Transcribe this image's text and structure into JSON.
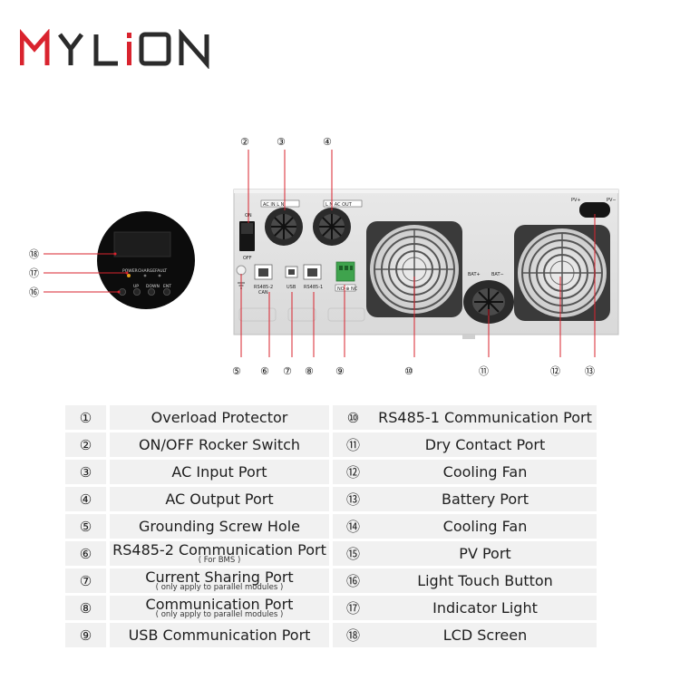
{
  "brand": {
    "logo_text": "MYLION",
    "color_red": "#d9232e",
    "color_dark": "#2b2b2b"
  },
  "diagram": {
    "rear_labels": {
      "on": "ON",
      "off": "OFF",
      "ac_in": "AC IN L N",
      "ac_out": "L N AC OUT",
      "rs485_2": "RS485-2",
      "can": "CAN",
      "usb": "USB",
      "rs485_1": "RS485-1",
      "dry": "NO ⊕ NC",
      "bat_plus": "BAT+",
      "bat_minus": "BAT−",
      "pv_plus": "PV+",
      "pv_minus": "PV−"
    },
    "front_labels": {
      "power": "POWER",
      "charge": "CHARGE",
      "fault": "FAULT",
      "up": "UP",
      "down": "DOWN",
      "ent": "ENT"
    },
    "callouts_top": [
      "②",
      "③",
      "④"
    ],
    "callouts_bottom": [
      "⑤",
      "⑥",
      "⑦",
      "⑧",
      "⑨",
      "⑩",
      "⑪",
      "⑫",
      "⑬"
    ],
    "callouts_front": [
      "⑱",
      "⑰",
      "⑯"
    ]
  },
  "legend": [
    {
      "left": {
        "num": "①",
        "label": "Overload Protector"
      },
      "right": {
        "num": "⑩",
        "label": "RS485-1 Communication Port"
      }
    },
    {
      "left": {
        "num": "②",
        "label": "ON/OFF Rocker Switch"
      },
      "right": {
        "num": "⑪",
        "label": "Dry Contact Port"
      }
    },
    {
      "left": {
        "num": "③",
        "label": "AC Input Port"
      },
      "right": {
        "num": "⑫",
        "label": "Cooling Fan"
      }
    },
    {
      "left": {
        "num": "④",
        "label": "AC Output Port"
      },
      "right": {
        "num": "⑬",
        "label": "Battery Port"
      }
    },
    {
      "left": {
        "num": "⑤",
        "label": "Grounding Screw Hole"
      },
      "right": {
        "num": "⑭",
        "label": "Cooling Fan"
      }
    },
    {
      "left": {
        "num": "⑥",
        "label": "RS485-2 Communication Port",
        "sub": "( For BMS )"
      },
      "right": {
        "num": "⑮",
        "label": "PV Port"
      }
    },
    {
      "left": {
        "num": "⑦",
        "label": "Current Sharing Port",
        "sub": "( only apply to parallel modules )"
      },
      "right": {
        "num": "⑯",
        "label": "Light Touch Button"
      }
    },
    {
      "left": {
        "num": "⑧",
        "label": "Communication Port",
        "sub": "( only apply to parallel modules )"
      },
      "right": {
        "num": "⑰",
        "label": "Indicator Light"
      }
    },
    {
      "left": {
        "num": "⑨",
        "label": "USB Communication Port"
      },
      "right": {
        "num": "⑱",
        "label": "LCD Screen"
      }
    }
  ]
}
